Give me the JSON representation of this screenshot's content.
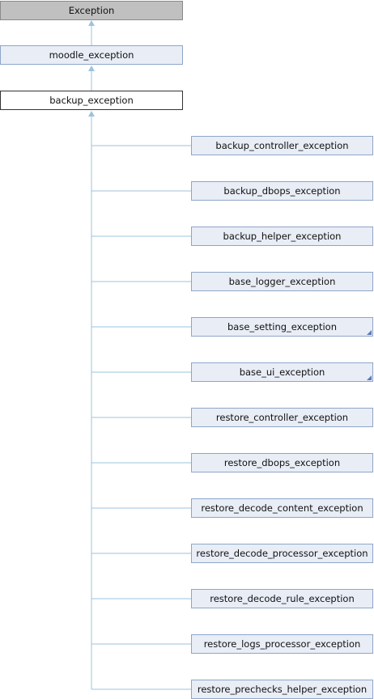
{
  "diagram": {
    "root": {
      "label": "Exception"
    },
    "parent": {
      "label": "moodle_exception"
    },
    "current": {
      "label": "backup_exception"
    },
    "children": [
      {
        "label": "backup_controller_exception",
        "has_more": false
      },
      {
        "label": "backup_dbops_exception",
        "has_more": false
      },
      {
        "label": "backup_helper_exception",
        "has_more": false
      },
      {
        "label": "base_logger_exception",
        "has_more": false
      },
      {
        "label": "base_setting_exception",
        "has_more": true
      },
      {
        "label": "base_ui_exception",
        "has_more": true
      },
      {
        "label": "restore_controller_exception",
        "has_more": false
      },
      {
        "label": "restore_dbops_exception",
        "has_more": false
      },
      {
        "label": "restore_decode_content_exception",
        "has_more": false
      },
      {
        "label": "restore_decode_processor_exception",
        "has_more": false
      },
      {
        "label": "restore_decode_rule_exception",
        "has_more": false
      },
      {
        "label": "restore_logs_processor_exception",
        "has_more": false
      },
      {
        "label": "restore_prechecks_helper_exception",
        "has_more": false
      }
    ]
  }
}
